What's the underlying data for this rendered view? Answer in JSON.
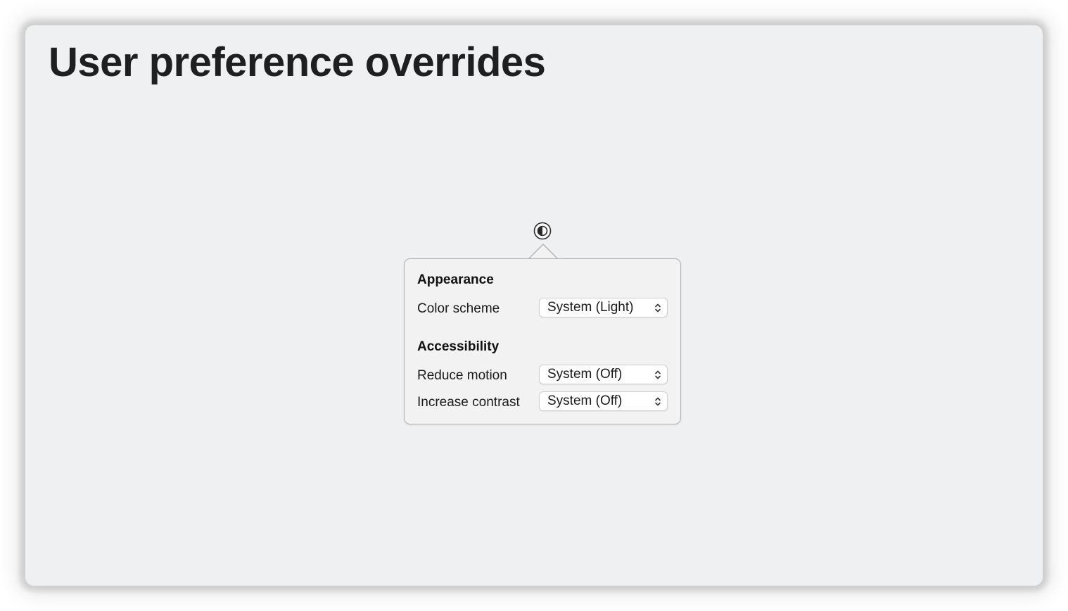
{
  "page": {
    "title": "User preference overrides"
  },
  "preferences_button": {
    "icon": "contrast-toggle-icon"
  },
  "popover": {
    "sections": [
      {
        "heading": "Appearance",
        "rows": [
          {
            "label": "Color scheme",
            "value": "System (Light)"
          }
        ]
      },
      {
        "heading": "Accessibility",
        "rows": [
          {
            "label": "Reduce motion",
            "value": "System (Off)"
          },
          {
            "label": "Increase contrast",
            "value": "System (Off)"
          }
        ]
      }
    ]
  },
  "colors": {
    "window_background": "#eff0f1",
    "popover_background": "#f2f2f3",
    "popover_border": "#b3b3b5",
    "text": "#1d1f21"
  }
}
